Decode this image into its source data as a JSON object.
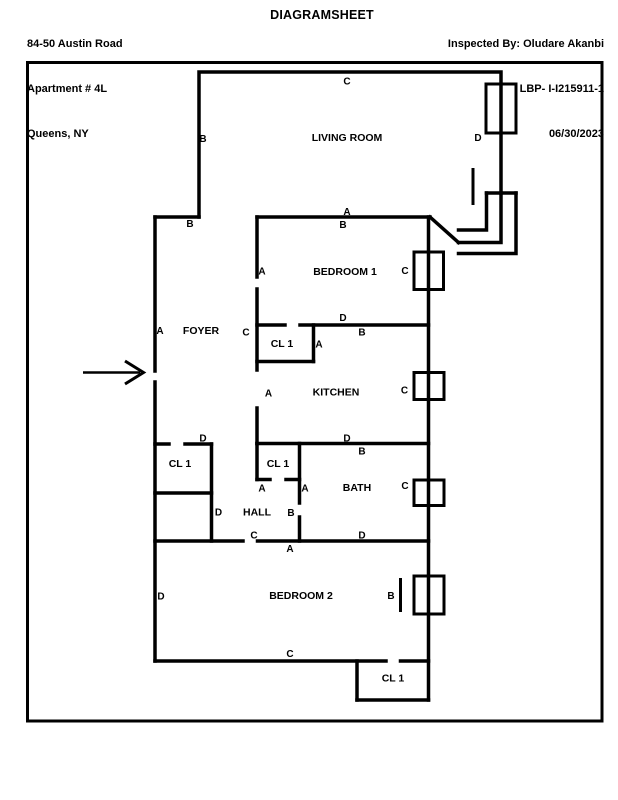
{
  "header": {
    "address_line1": "84-50 Austin Road",
    "address_line2": "Apartment # 4L",
    "address_line3": "Queens, NY",
    "title": "DIAGRAMSHEET",
    "inspected_by": "Inspected By: Oludare Akanbi",
    "license": "LBP- I-I215911-1",
    "date": "06/30/2023"
  },
  "colors": {
    "ink": "#000000",
    "paper": "#ffffff"
  },
  "plan": {
    "rooms": [
      {
        "name": "LIVING ROOM"
      },
      {
        "name": "BEDROOM 1"
      },
      {
        "name": "FOYER"
      },
      {
        "name": "CL 1"
      },
      {
        "name": "KITCHEN"
      },
      {
        "name": "CL 1"
      },
      {
        "name": "CL 1"
      },
      {
        "name": "BATH"
      },
      {
        "name": "HALL"
      },
      {
        "name": "BEDROOM 2"
      },
      {
        "name": "CL 1"
      }
    ],
    "wall_labels": [
      {
        "letter": "C"
      },
      {
        "letter": "B"
      },
      {
        "letter": "D"
      },
      {
        "letter": "B"
      },
      {
        "letter": "A"
      },
      {
        "letter": "B"
      },
      {
        "letter": "A"
      },
      {
        "letter": "C"
      },
      {
        "letter": "D"
      },
      {
        "letter": "B"
      },
      {
        "letter": "C"
      },
      {
        "letter": "A"
      },
      {
        "letter": "A"
      },
      {
        "letter": "A"
      },
      {
        "letter": "C"
      },
      {
        "letter": "D"
      },
      {
        "letter": "D"
      },
      {
        "letter": "B"
      },
      {
        "letter": "A"
      },
      {
        "letter": "A"
      },
      {
        "letter": "C"
      },
      {
        "letter": "B"
      },
      {
        "letter": "D"
      },
      {
        "letter": "C"
      },
      {
        "letter": "D"
      },
      {
        "letter": "A"
      },
      {
        "letter": "D"
      },
      {
        "letter": "B"
      },
      {
        "letter": "C"
      }
    ]
  }
}
